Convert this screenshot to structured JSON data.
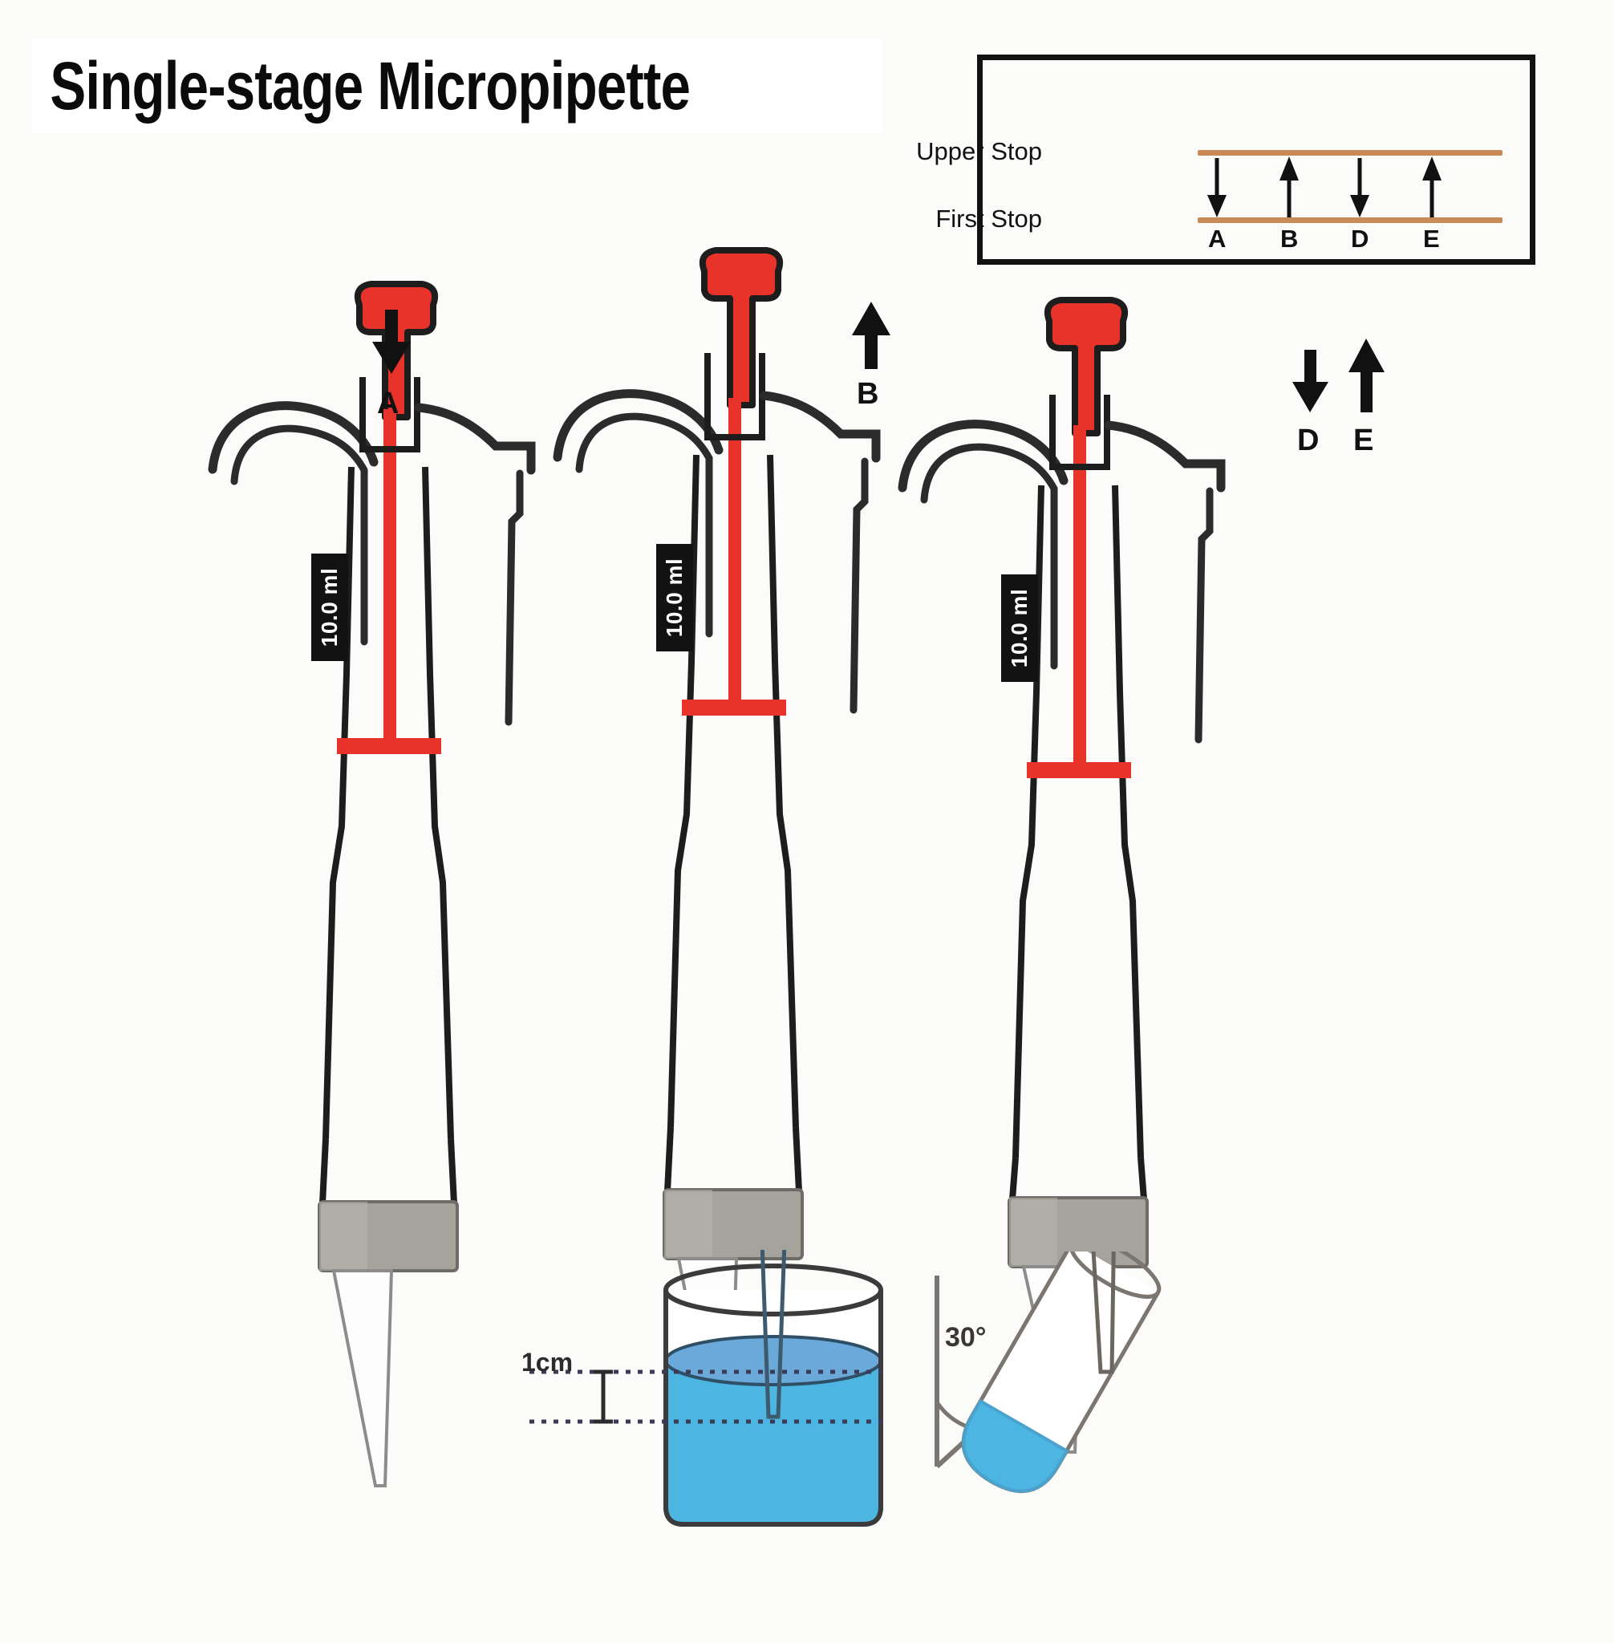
{
  "figure": {
    "title": "Single-stage Micropipette",
    "background_color": "#fbfbfa"
  },
  "legend": {
    "upper_stop_label": "Upper Stop",
    "first_stop_label": "First Stop",
    "line_color": "#c98a55",
    "border_color": "#111111",
    "arrows": [
      {
        "letter": "A",
        "direction": "down",
        "from": "Upper Stop",
        "to": "First Stop"
      },
      {
        "letter": "B",
        "direction": "up",
        "from": "First Stop",
        "to": "Upper Stop"
      },
      {
        "letter": "D",
        "direction": "down",
        "from": "Upper Stop",
        "to": "First Stop"
      },
      {
        "letter": "E",
        "direction": "up",
        "from": "First Stop",
        "to": "Upper Stop"
      }
    ]
  },
  "pipettes": [
    {
      "id": "pipette-1",
      "volume_display": "10.0 ml",
      "plunger_color": "#e8332a",
      "step_arrows": [
        {
          "letter": "A",
          "direction": "down"
        }
      ],
      "piston_level_label": "first stop",
      "tip_state": "empty tip in air"
    },
    {
      "id": "pipette-2",
      "volume_display": "10.0 ml",
      "plunger_color": "#e8332a",
      "step_arrows": [
        {
          "letter": "B",
          "direction": "up"
        }
      ],
      "piston_level_label": "released / drawing sample",
      "tip_state": "tip immersed in beaker"
    },
    {
      "id": "pipette-3",
      "volume_display": "10.0 ml",
      "plunger_color": "#e8332a",
      "step_arrows": [
        {
          "letter": "D",
          "direction": "down"
        },
        {
          "letter": "E",
          "direction": "up"
        }
      ],
      "piston_level_label": "dispensing",
      "tip_state": "tip at wall of tilted tube"
    }
  ],
  "beaker": {
    "depth_label": "1cm",
    "liquid_color": "#4db5e2",
    "surface_color": "#6aa9d9"
  },
  "tube": {
    "angle_label": "30°",
    "liquid_color": "#4db5e2"
  }
}
